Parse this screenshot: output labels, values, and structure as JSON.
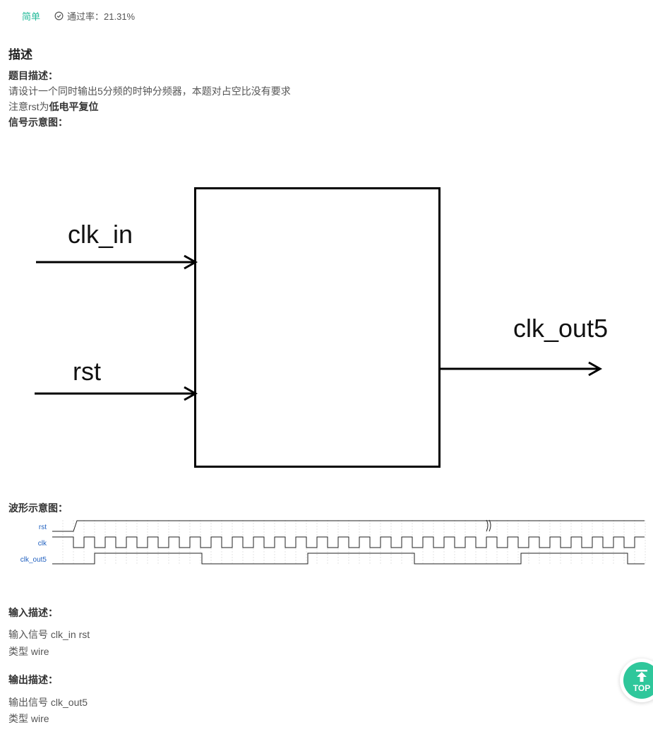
{
  "header": {
    "difficulty": "简单",
    "pass_rate": "通过率：21.31%"
  },
  "description": {
    "title": "描述",
    "problem_label": "题目描述：",
    "problem_text": "请设计一个同时输出5分频的时钟分频器，本题对占空比没有要求",
    "note_prefix": "注意rst为",
    "note_bold": "低电平复位",
    "signal_label": "信号示意图："
  },
  "block_diagram": {
    "input_1": "clk_in",
    "input_2": "rst",
    "output": "clk_out5"
  },
  "waveform": {
    "label": "波形示意图：",
    "signals": [
      "rst",
      "clk",
      "clk_out5"
    ],
    "signal_color": "#1f5fbf"
  },
  "input_desc": {
    "label": "输入描述：",
    "line1": "输入信号 clk_in rst",
    "line2": "类型 wire"
  },
  "output_desc": {
    "label": "输出描述：",
    "line1": "输出信号  clk_out5",
    "line2": "类型  wire"
  },
  "top_button": {
    "label": "TOP"
  },
  "colors": {
    "accent": "#25bb9b",
    "top_button": "#2fc79b"
  }
}
